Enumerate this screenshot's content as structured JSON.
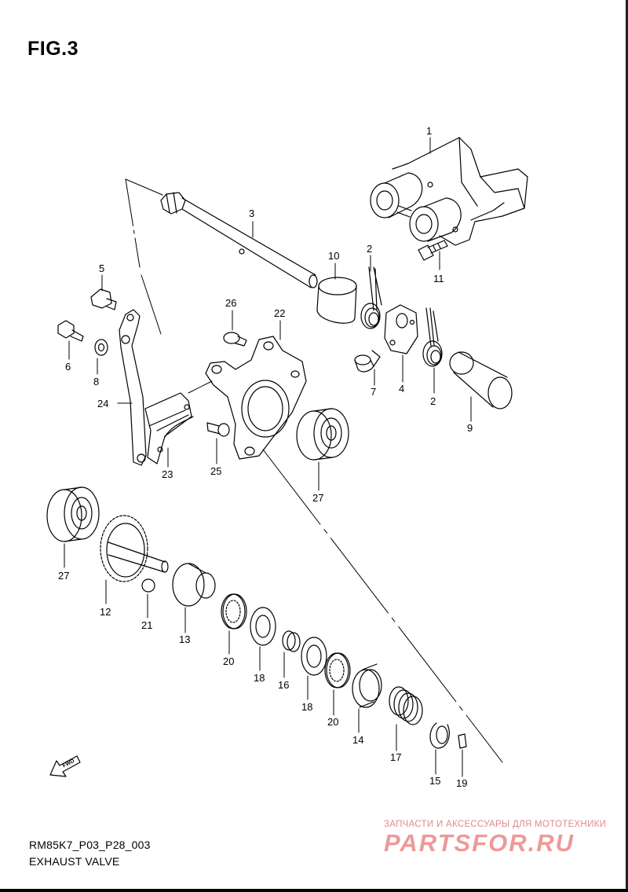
{
  "figure": {
    "title": "FIG.3"
  },
  "labels": {
    "p1": "1",
    "p2a": "2",
    "p2b": "2",
    "p3": "3",
    "p4": "4",
    "p5": "5",
    "p6": "6",
    "p7": "7",
    "p8": "8",
    "p9": "9",
    "p10": "10",
    "p11": "11",
    "p12": "12",
    "p13": "13",
    "p14": "14",
    "p15": "15",
    "p16": "16",
    "p17": "17",
    "p18a": "18",
    "p18b": "18",
    "p19": "19",
    "p20a": "20",
    "p20b": "20",
    "p21": "21",
    "p22": "22",
    "p23": "23",
    "p24": "24",
    "p25": "25",
    "p26": "26",
    "p27a": "27",
    "p27b": "27"
  },
  "direction_arrow": {
    "text": "FWD"
  },
  "footer": {
    "model_code": "RM85K7_P03_P28_003",
    "section_name": "EXHAUST VALVE"
  },
  "watermark": {
    "tagline": "ЗАПЧАСТИ И АКСЕССУАРЫ ДЛЯ МОТОТЕХНИКИ",
    "logo": "PARTSFOR.RU"
  },
  "colors": {
    "line": "#000000",
    "background": "#ffffff",
    "watermark": "#ec9a9a"
  }
}
